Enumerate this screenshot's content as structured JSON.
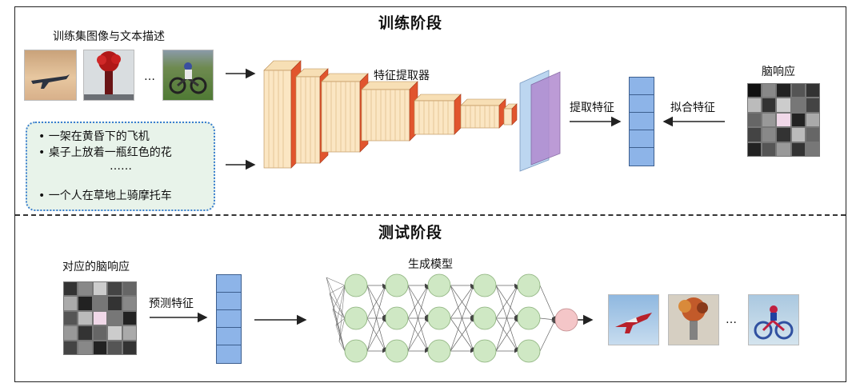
{
  "training": {
    "title": "训练阶段",
    "dataset_label": "训练集图像与文本描述",
    "ellipsis": "…",
    "captions": [
      "• 一架在黄昏下的飞机",
      "• 桌子上放着一瓶红色的花",
      "……",
      "• 一个人在草地上骑摩托车"
    ],
    "extractor_label": "特征提取器",
    "extract_label": "提取特征",
    "fit_label": "拟合特征",
    "brain_label": "脑响应"
  },
  "testing": {
    "title": "测试阶段",
    "brain_label": "对应的脑响应",
    "predict_label": "预测特征",
    "model_label": "生成模型",
    "ellipsis": "…"
  },
  "colors": {
    "vector_fill": "#8db4e8",
    "node_fill": "#cfe8c4",
    "output_node_fill": "#f4c6c8",
    "caption_box_fill": "#e8f3ea",
    "caption_box_border": "#3a7fcf"
  },
  "brain_grid_1": [
    "#111",
    "#888",
    "#222",
    "#555",
    "#333",
    "#bbb",
    "#333",
    "#ccc",
    "#777",
    "#444",
    "#666",
    "#999",
    "#f0d8e8",
    "#222",
    "#aaa",
    "#444",
    "#888",
    "#333",
    "#bbb",
    "#666",
    "#222",
    "#555",
    "#999",
    "#333",
    "#777"
  ],
  "brain_grid_2": [
    "#333",
    "#888",
    "#ccc",
    "#444",
    "#666",
    "#aaa",
    "#222",
    "#777",
    "#333",
    "#888",
    "#555",
    "#bbb",
    "#f0d8e8",
    "#777",
    "#222",
    "#999",
    "#333",
    "#666",
    "#ccc",
    "#aaa",
    "#444",
    "#888",
    "#222",
    "#555",
    "#333"
  ]
}
